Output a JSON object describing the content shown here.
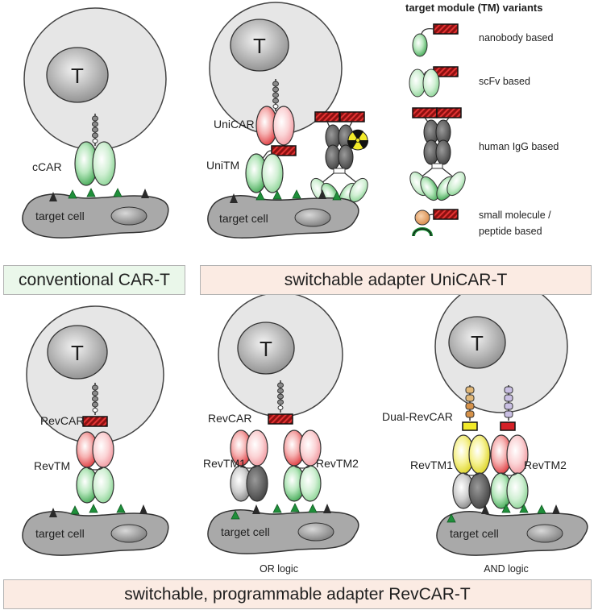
{
  "legend": {
    "title": "target module (TM) variants",
    "items": [
      "nanobody based",
      "scFv based",
      "human IgG based",
      "small molecule /",
      "peptide based"
    ]
  },
  "labels": {
    "t_cell": "T",
    "target_cell": "target cell",
    "ccar": "cCAR",
    "unicar": "UniCAR",
    "unitm": "UniTM",
    "revcar": "RevCAR",
    "revtm": "RevTM",
    "revtm1": "RevTM1",
    "revtm2": "RevTM2",
    "dual_revcar": "Dual-RevCAR",
    "or_logic": "OR logic",
    "and_logic": "AND logic"
  },
  "banners": {
    "conventional": "conventional CAR-T",
    "unicar": "switchable adapter UniCAR-T",
    "revcar": "switchable, programmable adapter RevCAR-T"
  },
  "colors": {
    "cell_fill": "#e6e6e6",
    "target_cell_fill": "#a9a9a9",
    "green": "#3fb24f",
    "red": "#e83a3a",
    "yellow": "#f2ea2a",
    "dark_gray": "#4f4f4f",
    "tag_red": "#c0141c",
    "banner_green": "#eaf7ea",
    "banner_peach": "#fbebe3"
  }
}
